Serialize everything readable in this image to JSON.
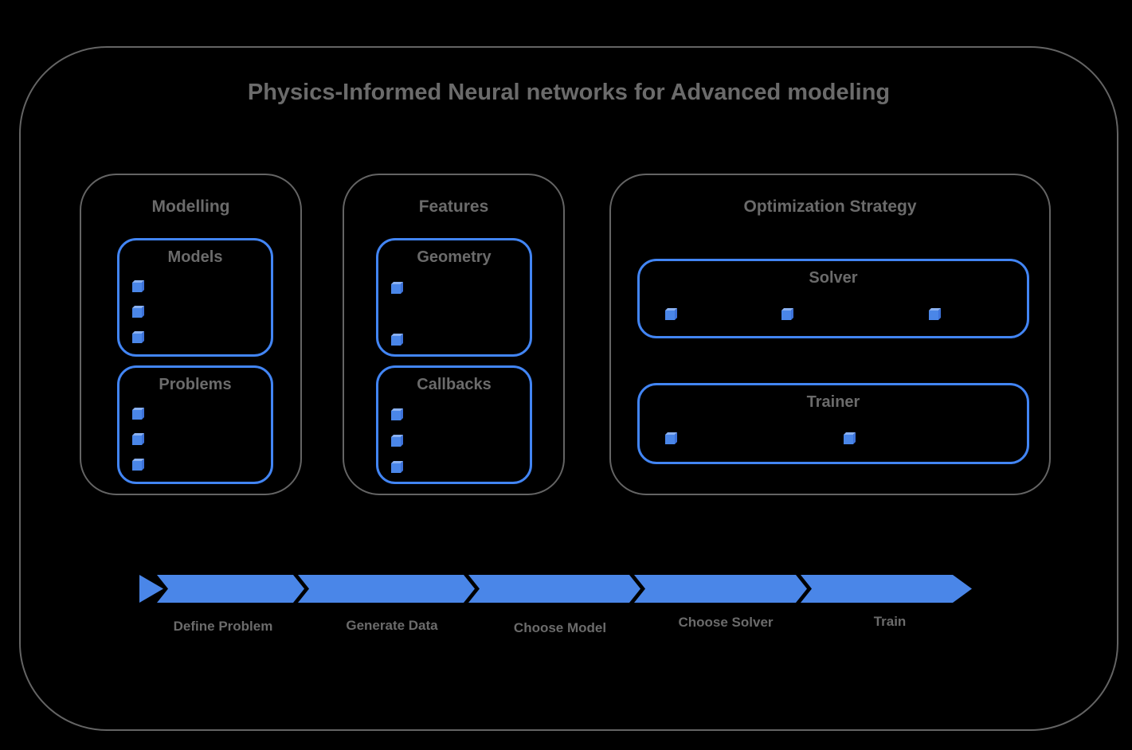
{
  "title": "Physics-Informed Neural networks for Advanced modeling",
  "groups": [
    {
      "label": "Modelling",
      "boxes": [
        {
          "label": "Models",
          "bullet_count": 3
        },
        {
          "label": "Problems",
          "bullet_count": 3
        }
      ]
    },
    {
      "label": "Features",
      "boxes": [
        {
          "label": "Geometry",
          "bullet_count": 2
        },
        {
          "label": "Callbacks",
          "bullet_count": 3
        }
      ]
    },
    {
      "label": "Optimization Strategy",
      "boxes": [
        {
          "label": "Solver",
          "bullet_count": 3
        },
        {
          "label": "Trainer",
          "bullet_count": 2
        }
      ]
    }
  ],
  "process_steps": [
    {
      "label": "Define Problem"
    },
    {
      "label": "Generate Data"
    },
    {
      "label": "Choose Model"
    },
    {
      "label": "Choose Solver"
    },
    {
      "label": "Train"
    }
  ],
  "icons": {
    "bullet": "cube-icon"
  },
  "colors": {
    "background": "#000000",
    "outline_gray": "#646464",
    "text_gray": "#6b6b6b",
    "accent_blue_border": "#4285f4",
    "arrow_blue": "#4a86e8",
    "cube_front": "#4a86e8",
    "cube_top": "#8ab1f2",
    "cube_side": "#3d72d9"
  }
}
